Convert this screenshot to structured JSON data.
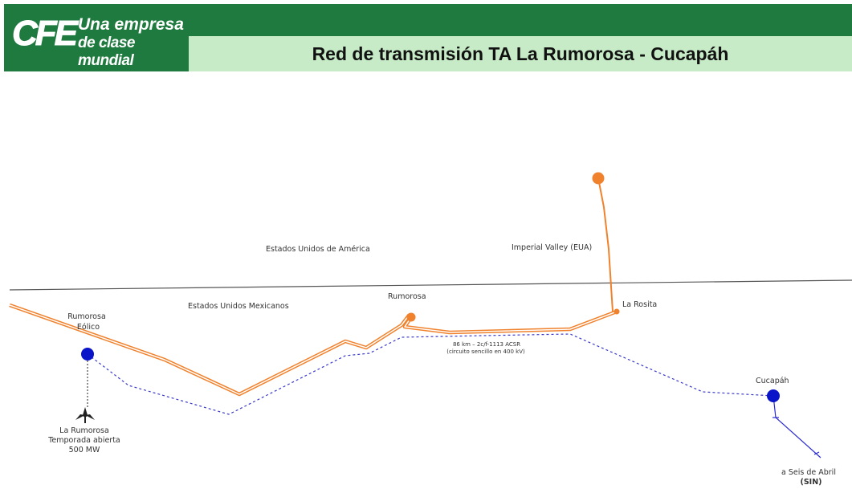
{
  "header": {
    "logo_mark": "CFE",
    "logo_tagline_1": "Una empresa",
    "logo_tagline_2": "de clase mundial",
    "title": "Red de transmisión TA La Rumorosa - Cucapáh"
  },
  "colors": {
    "brand_green": "#1e7a3e",
    "title_band": "#c6ebc6",
    "line_orange": "#f0822d",
    "node_blue": "#0a14c8"
  },
  "regions": {
    "usa": "Estados Unidos de América",
    "mexico": "Estados Unidos Mexicanos"
  },
  "nodes": {
    "imperial_valley": "Imperial Valley (EUA)",
    "rumorosa": "Rumorosa",
    "la_rosita": "La Rosita",
    "rumorosa_eolico_1": "Rumorosa",
    "rumorosa_eolico_2": "Eólico",
    "cucapah": "Cucapáh",
    "seis_abril_1": "a Seis de Abril",
    "seis_abril_2": "(SIN)",
    "temporada_1": "La Rumorosa",
    "temporada_2": "Temporada abierta",
    "temporada_3": "500 MW"
  },
  "line_spec": {
    "line1": "86 km – 2c/f-1113 ACSR",
    "line2": "(circuito sencillo en 400 kV)"
  },
  "icons": {
    "wind_turbine": "wind-turbine-icon"
  }
}
